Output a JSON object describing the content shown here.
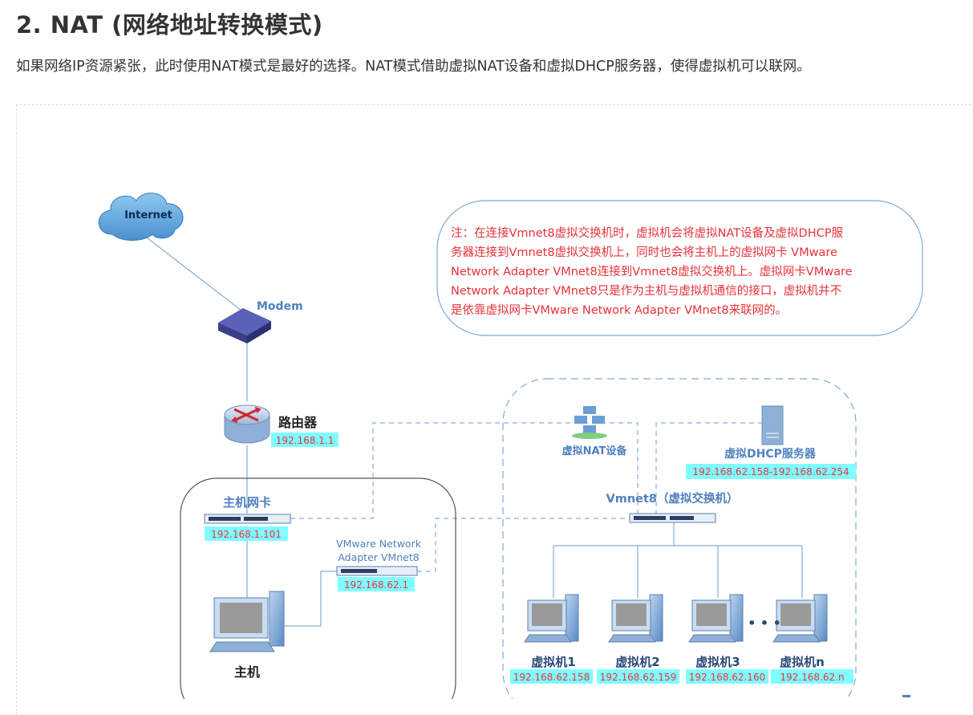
{
  "heading": "2. NAT (网络地址转换模式)",
  "description": "如果网络IP资源紧张，此时使用NAT模式是最好的选择。NAT模式借助虚拟NAT设备和虚拟DHCP服务器，使得虚拟机可以联网。",
  "diagram": {
    "internet": "Internet",
    "modem": "Modem",
    "router": {
      "label": "路由器",
      "ip": "192.168.1.1"
    },
    "host_nic": {
      "label": "主机网卡",
      "ip": "192.168.1.101"
    },
    "vmnet8_adapter": {
      "label_line1": "VMware Network",
      "label_line2": "Adapter VMnet8",
      "ip": "192.168.62.1"
    },
    "host": "主机",
    "nat_device": "虚拟NAT设备",
    "dhcp": {
      "label": "虚拟DHCP服务器",
      "range": "192.168.62.158-192.168.62.254"
    },
    "vswitch": "Vmnet8（虚拟交换机）",
    "ellipsis": "• • •",
    "note_lines": [
      "注：在连接Vmnet8虚拟交换机时，虚拟机会将虚拟NAT设备及虚拟DHCP服",
      "务器连接到Vmnet8虚拟交换机上，同时也会将主机上的虚拟网卡 VMware",
      "Network Adapter VMnet8连接到Vmnet8虚拟交换机上。虚拟网卡VMware",
      "Network Adapter VMnet8只是作为主机与虚拟机通信的接口，虚拟机并不",
      "是依靠虚拟网卡VMware Network Adapter VMnet8来联网的。"
    ],
    "vms": [
      {
        "name": "虚拟机1",
        "ip": "192.168.62.158"
      },
      {
        "name": "虚拟机2",
        "ip": "192.168.62.159"
      },
      {
        "name": "虚拟机3",
        "ip": "192.168.62.160"
      },
      {
        "name": "虚拟机n",
        "ip": "192.168.62.n"
      }
    ],
    "colors": {
      "accent_blue": "#4f81bd",
      "ip_bg": "#7fffff",
      "ip_text": "#e8313a",
      "note_text": "#e8313a",
      "line": "#5b8ac4"
    }
  }
}
